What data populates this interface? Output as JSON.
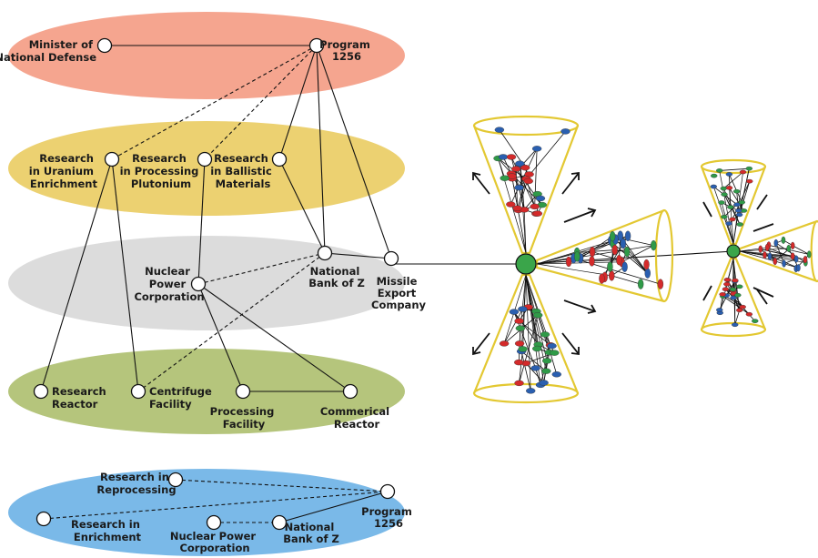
{
  "layers": {
    "top": {
      "color": "#f5a58f",
      "nodes": {
        "minister": [
          "Minister of",
          "National Defense"
        ],
        "program": [
          "Program",
          "1256"
        ]
      }
    },
    "research": {
      "color": "#ecd171",
      "nodes": {
        "uranium": [
          "Research",
          "in Uranium",
          "Enrichment"
        ],
        "plutonium": [
          "Research",
          "in Processing",
          "Plutonium"
        ],
        "ballistic": [
          "Research",
          "in Ballistic",
          "Materials"
        ]
      }
    },
    "org": {
      "color": "#dcdcdc",
      "nodes": {
        "npc": [
          "Nuclear",
          "Power",
          "Corporation"
        ],
        "bank": [
          "National",
          "Bank of Z"
        ],
        "missile": [
          "Missile",
          "Export",
          "Company"
        ]
      }
    },
    "facility": {
      "color": "#b5c57c",
      "nodes": {
        "reactor": [
          "Research",
          "Reactor"
        ],
        "centrifuge": [
          "Centrifuge",
          "Facility"
        ],
        "processing": [
          "Processing",
          "Facility"
        ],
        "commercial": [
          "Commerical",
          "Reactor"
        ]
      }
    },
    "bottom": {
      "color": "#7ab9e8",
      "nodes": {
        "reprocessing": [
          "Research in",
          "Reprocessing"
        ],
        "enrichment": [
          "Research in",
          "Enrichment"
        ],
        "npc": [
          "Nuclear Power",
          "Corporation"
        ],
        "bank": [
          "National",
          "Bank of Z"
        ],
        "program": [
          "Program",
          "1256"
        ]
      }
    }
  },
  "cone_color": "#e3c832",
  "dot_colors": [
    "#d42a2a",
    "#2a5fb0",
    "#2f9a48"
  ],
  "hub_color": "#3aa54a"
}
